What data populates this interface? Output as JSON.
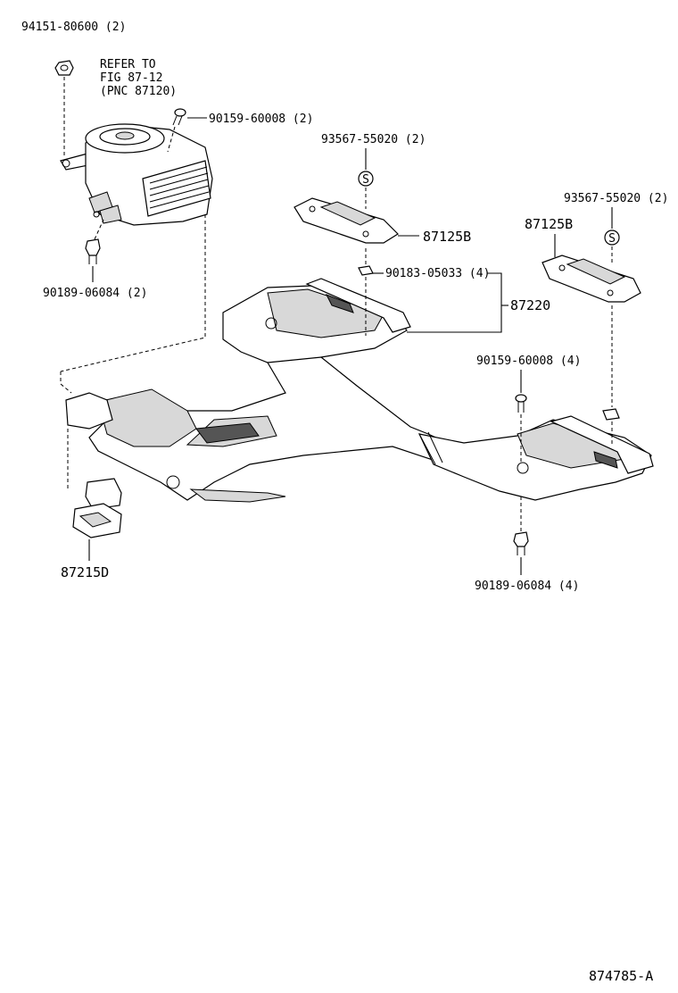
{
  "labels": {
    "nut_top": "94151-80600 (2)",
    "refer_line1": "REFER TO",
    "refer_line2": "FIG 87-12",
    "refer_line3": "(PNC 87120)",
    "screw_top": "90159-60008 (2)",
    "bolt_left": "90189-06084 (2)",
    "clip_center": "93567-55020 (2)",
    "pad_center": "87125B",
    "nut_center": "90183-05033 (4)",
    "duct_main": "87220",
    "clip_right": "93567-55020 (2)",
    "pad_right": "87125B",
    "screw_right": "90159-60008 (4)",
    "bolt_right": "90189-06084 (4)",
    "duct_joint": "87215D",
    "clip_symbol": "S",
    "figure_id": "874785-A"
  }
}
